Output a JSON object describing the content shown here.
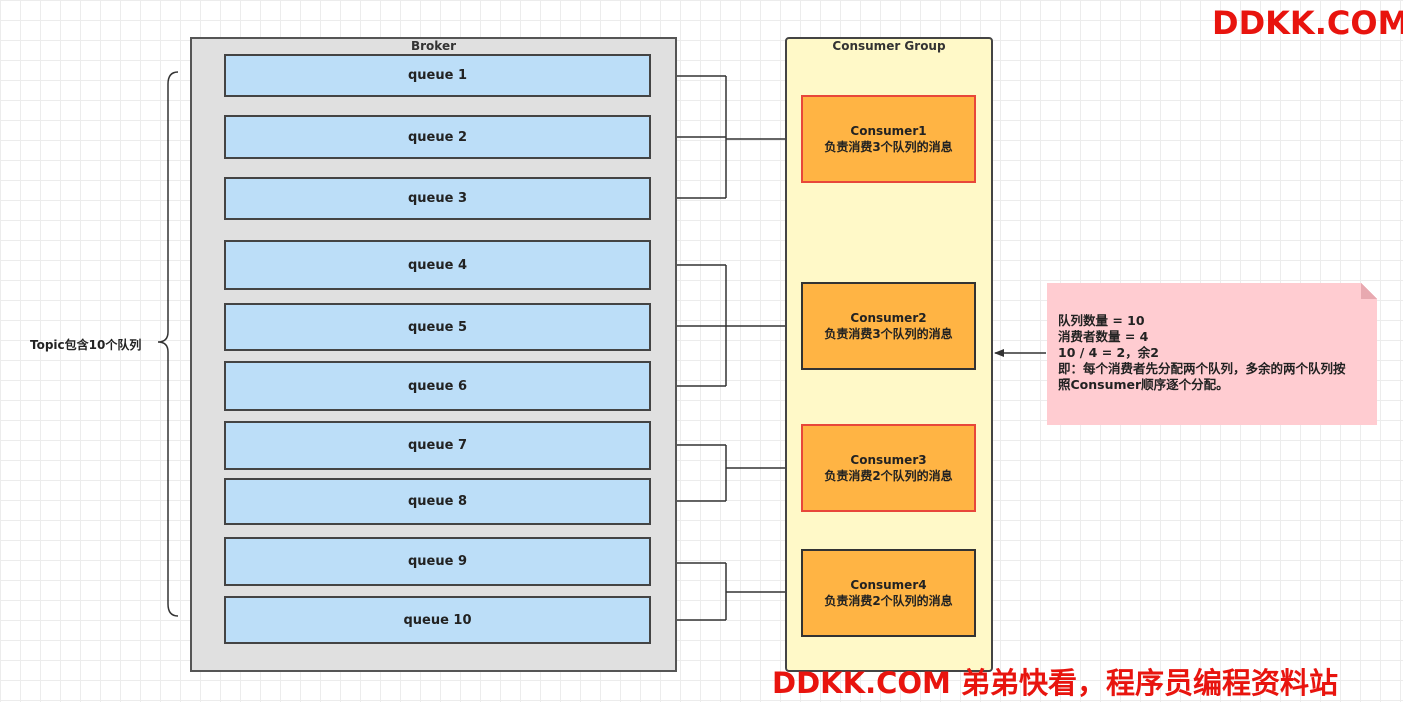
{
  "broker": {
    "title": "Broker"
  },
  "queues": [
    "queue 1",
    "queue 2",
    "queue 3",
    "queue 4",
    "queue 5",
    "queue 6",
    "queue 7",
    "queue 8",
    "queue 9",
    "queue 10"
  ],
  "consumer_group": {
    "title": "Consumer Group",
    "consumers": [
      {
        "name": "Consumer1",
        "desc": "负责消费3个队列的消息"
      },
      {
        "name": "Consumer2",
        "desc": "负责消费3个队列的消息"
      },
      {
        "name": "Consumer3",
        "desc": "负责消费2个队列的消息"
      },
      {
        "name": "Consumer4",
        "desc": "负责消费2个队列的消息"
      }
    ]
  },
  "topic_label": "Topic包含10个队列",
  "note": {
    "lines": [
      "队列数量 = 10",
      "消费者数量 = 4",
      "10 / 4 = 2，余2",
      "即：每个消费者先分配两个队列，多余的两个队列按",
      "照Consumer顺序逐个分配。"
    ]
  },
  "watermark": {
    "top": "DDKK.COM",
    "bottom": "DDKK.COM 弟弟快看，程序员编程资料站"
  },
  "colors": {
    "queue_fill": "#bcdef8",
    "consumer_fill": "#ffb444",
    "group_fill": "#fff9c8",
    "broker_fill": "#e0e0e0",
    "note_fill": "#ffccd1",
    "watermark": "#e8140e"
  }
}
